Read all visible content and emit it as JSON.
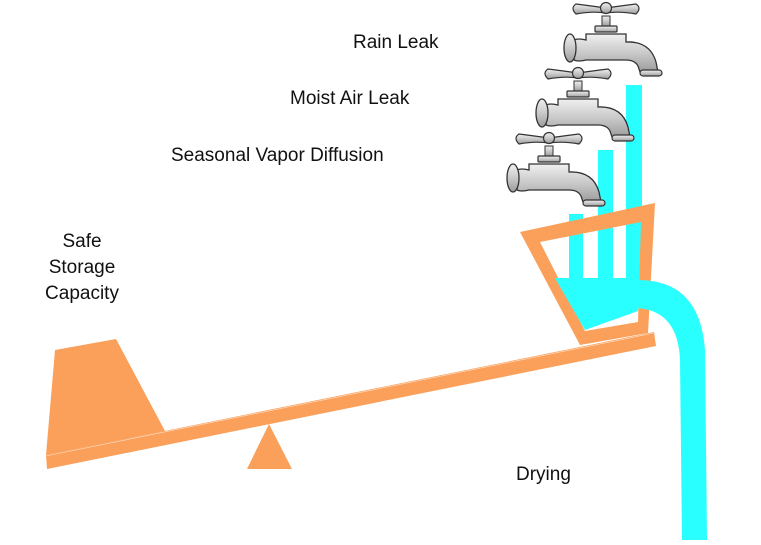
{
  "labels": {
    "rain_leak": "Rain Leak",
    "moist_air_leak": "Moist Air Leak",
    "seasonal_vapor_diffusion": "Seasonal Vapor Diffusion",
    "safe_storage_line1": "Safe",
    "safe_storage_line2": "Storage",
    "safe_storage_line3": "Capacity",
    "drying": "Drying"
  },
  "icons": {
    "faucet": "faucet-icon",
    "counterweight": "weight-icon",
    "fulcrum": "fulcrum-icon",
    "bucket": "bucket-icon"
  },
  "colors": {
    "structure_orange": "#FBA05A",
    "water_cyan": "#2AFFFF",
    "faucet_gray": "#CFCFCF",
    "text": "#111111"
  }
}
